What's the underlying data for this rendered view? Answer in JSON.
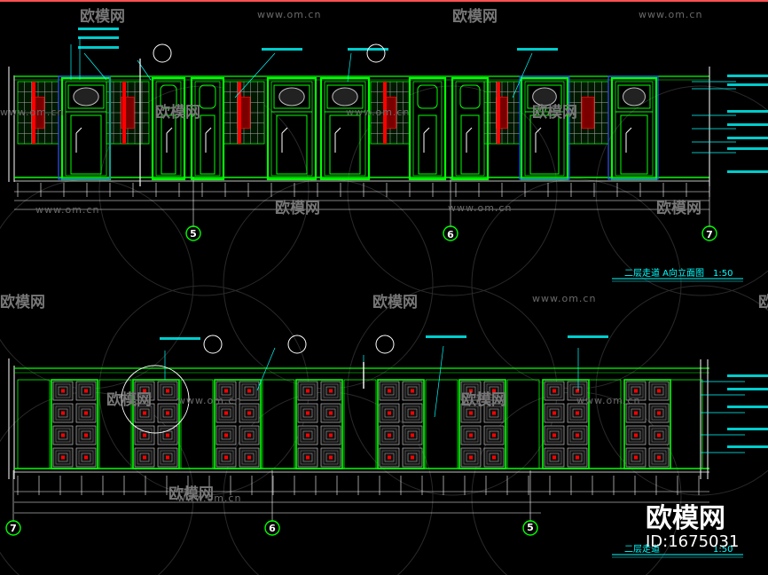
{
  "drawing": {
    "elevation_a": {
      "title": "二层走道 A向立面图",
      "scale": "1:50",
      "grid_axes": [
        "5",
        "6",
        "7"
      ]
    },
    "elevation_b": {
      "title": "二层走道",
      "scale": "1:50",
      "grid_axes": [
        "7",
        "6",
        "5"
      ]
    }
  },
  "watermark": {
    "site": "www.om.cn",
    "brand": "欧模网",
    "large_brand": "欧模网",
    "large_id": "ID:1675031"
  },
  "colors": {
    "background": "#000000",
    "frame": "#00ff00",
    "leader": "#00ffff",
    "accent": "#ff0000",
    "wall": "#ffffff",
    "blue": "#3050ff"
  }
}
